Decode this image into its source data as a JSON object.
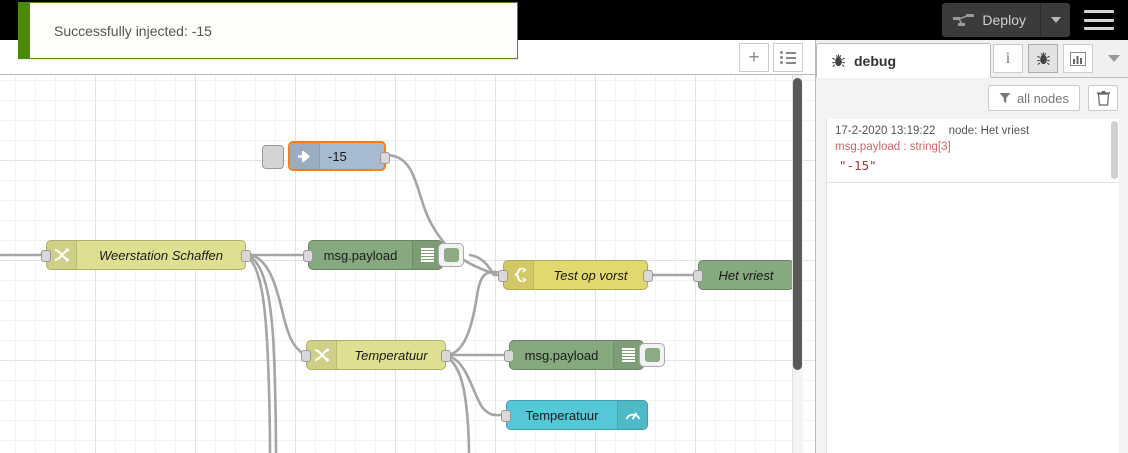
{
  "header": {
    "deploy_label": "Deploy",
    "deploy_icon": "deploy-icon",
    "caret_icon": "chevron-down-icon",
    "menu_icon": "hamburger-menu-icon"
  },
  "toast": {
    "message": "Successfully injected: -15",
    "accent_color": "#4b8a08"
  },
  "tabbar": {
    "add_icon": "plus-icon",
    "add_label": "+",
    "list_icon": "list-icon"
  },
  "canvas": {
    "nodes": [
      {
        "id": "inject",
        "label": "-15",
        "type": "inject",
        "icon": "inject-arrow-icon",
        "color": "#a6bbcf",
        "selected": true
      },
      {
        "id": "weerstation",
        "label": "Weerstation Schaffen",
        "type": "function",
        "icon": "shuffle-icon",
        "color": "#dfdf91",
        "selected": false
      },
      {
        "id": "debug1",
        "label": "msg.payload",
        "type": "debug",
        "icon": "lines-icon",
        "color": "#87a980",
        "selected": false
      },
      {
        "id": "switch",
        "label": "Test op vorst",
        "type": "switch",
        "icon": "braces-icon",
        "color": "#e2d96e",
        "selected": false
      },
      {
        "id": "hetvriest",
        "label": "Het vriest",
        "type": "debug",
        "icon": "none",
        "color": "#87a980",
        "selected": false
      },
      {
        "id": "temperatuur",
        "label": "Temperatuur",
        "type": "function",
        "icon": "shuffle-icon",
        "color": "#dfdf91",
        "selected": false
      },
      {
        "id": "debug2",
        "label": "msg.payload",
        "type": "debug",
        "icon": "lines-icon",
        "color": "#87a980",
        "selected": false
      },
      {
        "id": "gauge",
        "label": "Temperatuur",
        "type": "gauge",
        "icon": "gauge-icon",
        "color": "#56c7d6",
        "selected": false
      }
    ]
  },
  "sidebar": {
    "tab_label": "debug",
    "tab_icon": "bug-icon",
    "buttons": [
      {
        "name": "info",
        "icon": "info-icon",
        "label": "i",
        "active": false
      },
      {
        "name": "debug",
        "icon": "bug-icon",
        "label": "",
        "active": true
      },
      {
        "name": "chart",
        "icon": "chart-icon",
        "label": "",
        "active": false
      }
    ],
    "more_icon": "chevron-down-icon",
    "filter_label": "all nodes",
    "filter_icon": "filter-icon",
    "clear_icon": "trash-icon",
    "messages": [
      {
        "timestamp": "17-2-2020 13:19:22",
        "node": "node: Het vriest",
        "property": "msg.payload : string[3]",
        "value": "\"-15\""
      }
    ]
  }
}
